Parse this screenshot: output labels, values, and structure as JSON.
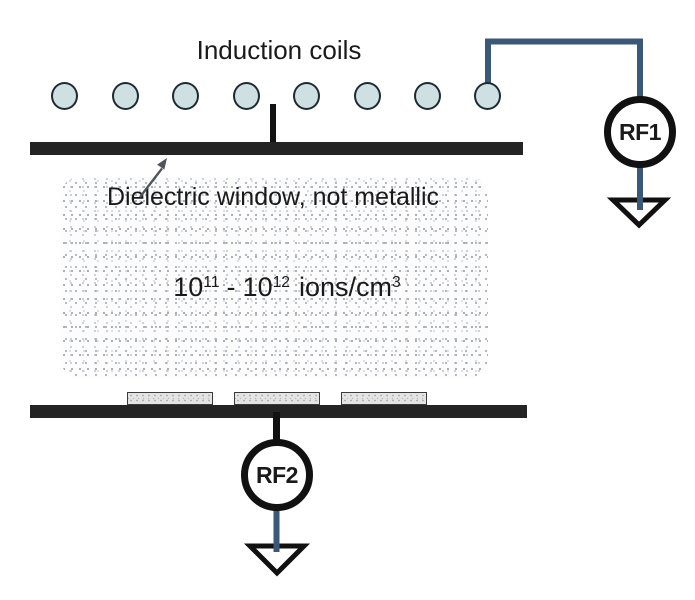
{
  "diagram": {
    "title": "Induction coils",
    "window_label": "Dielectric window, not metallic",
    "plasma_density": {
      "base1": "10",
      "exp1": "11",
      "separator": "-",
      "base2": "10",
      "exp2": "12",
      "unit": "ions/cm",
      "unit_exp": "3",
      "full_text": "10^11 - 10^12 ions/cm^3"
    },
    "coil_count": 8,
    "wafer_count": 3,
    "rf_sources": [
      {
        "label": "RF1"
      },
      {
        "label": "RF2"
      }
    ]
  },
  "colors": {
    "wire": "#3b5878",
    "electrode": "#242424",
    "coil-fill": "#cfe0e2",
    "coil-stroke": "#1c2b33",
    "text": "#1a1a1a",
    "arrow": "#4f555c"
  }
}
